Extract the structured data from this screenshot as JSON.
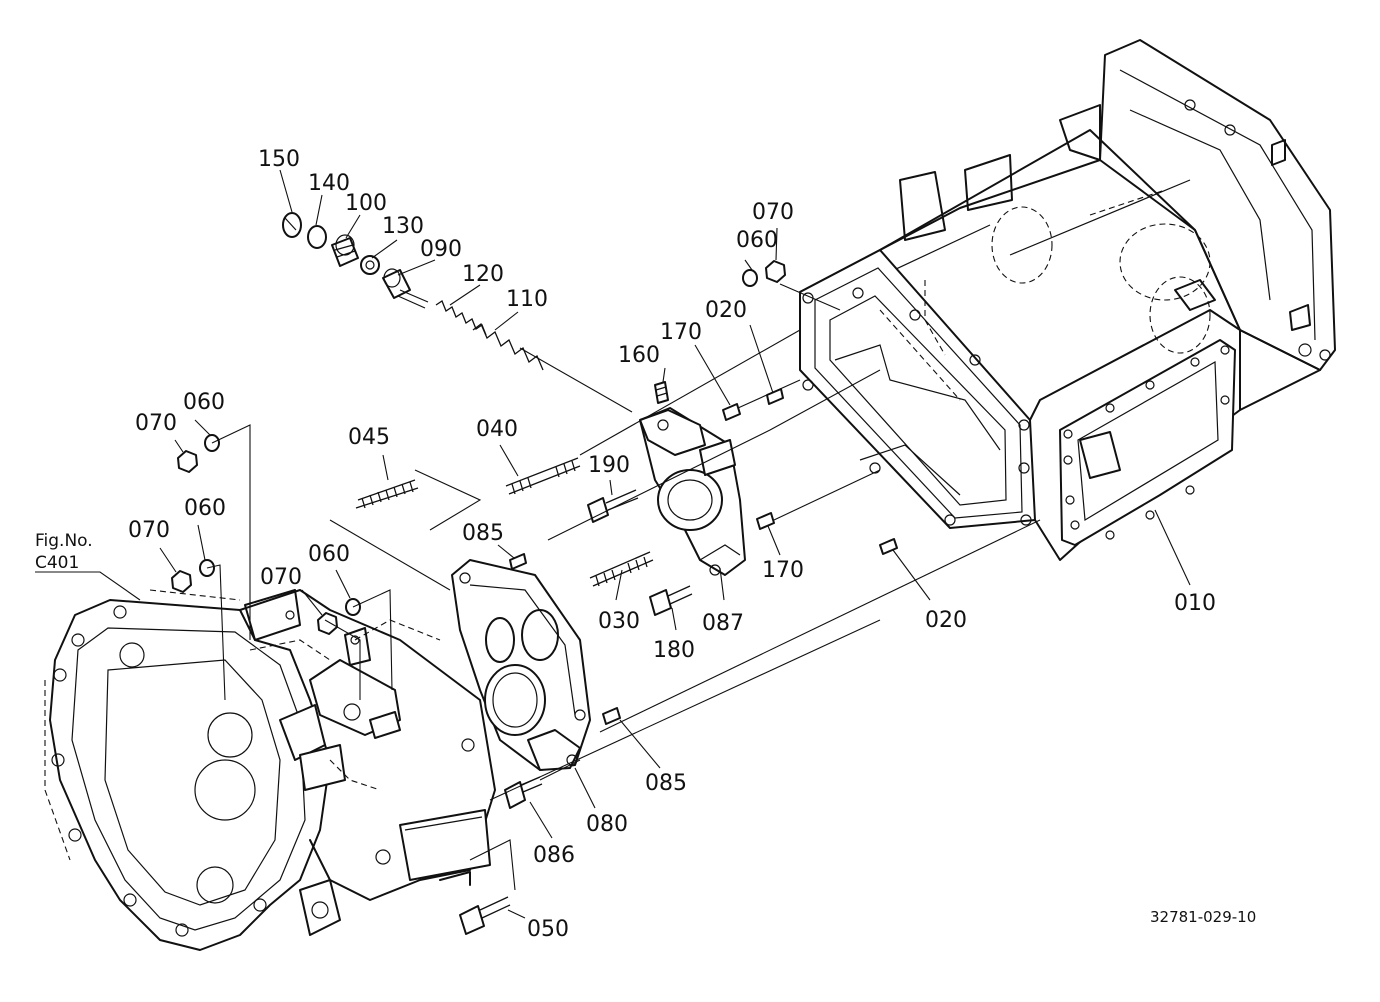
{
  "callouts": {
    "p150": "150",
    "p140": "140",
    "p100": "100",
    "p130": "130",
    "p090": "090",
    "p120": "120",
    "p110": "110",
    "p060_a": "060",
    "p070_a": "070",
    "p070_b": "070",
    "p060_b": "060",
    "p070_c": "070",
    "p060_c": "060",
    "p060_d": "060",
    "p070_d": "070",
    "p045": "045",
    "p040": "040",
    "p160": "160",
    "p170_a": "170",
    "p020_a": "020",
    "p190": "190",
    "p085_a": "085",
    "p030": "030",
    "p180": "180",
    "p087": "087",
    "p170_b": "170",
    "p020_b": "020",
    "p010": "010",
    "p085_b": "085",
    "p080": "080",
    "p086": "086",
    "p050": "050"
  },
  "figure_ref": {
    "line1": "Fig.No.",
    "line2": "C401"
  },
  "drawing_code": "32781-029-10"
}
